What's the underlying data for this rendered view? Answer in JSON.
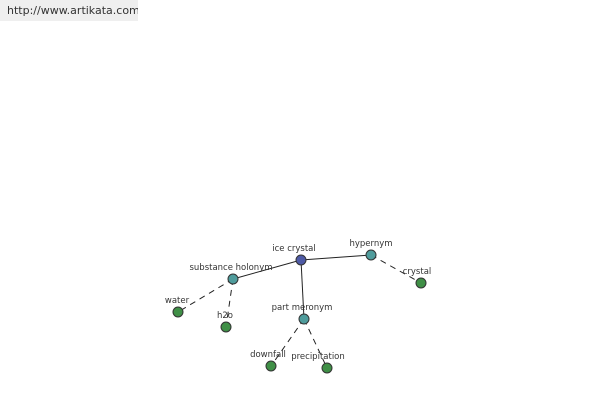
{
  "header": {
    "url": "http://www.artikata.com"
  },
  "colors": {
    "root_node": "#4e5aa6",
    "relation_node": "#4f9c9c",
    "word_node": "#3f8f46",
    "edge": "#222222"
  },
  "graph": {
    "nodes": [
      {
        "id": "ice-crystal",
        "label": "ice crystal",
        "kind": "root"
      },
      {
        "id": "hypernym",
        "label": "hypernym",
        "kind": "relation"
      },
      {
        "id": "substance-holonym",
        "label": "substance holonym",
        "kind": "relation"
      },
      {
        "id": "part-meronym",
        "label": "part meronym",
        "kind": "relation"
      },
      {
        "id": "crystal",
        "label": "crystal",
        "kind": "word"
      },
      {
        "id": "water",
        "label": "water",
        "kind": "word"
      },
      {
        "id": "h2o",
        "label": "h2o",
        "kind": "word"
      },
      {
        "id": "downfall",
        "label": "downfall",
        "kind": "word"
      },
      {
        "id": "precipitation",
        "label": "precipitation",
        "kind": "word"
      }
    ],
    "edges": [
      {
        "from": "ice-crystal",
        "to": "hypernym",
        "style": "solid"
      },
      {
        "from": "ice-crystal",
        "to": "substance-holonym",
        "style": "solid"
      },
      {
        "from": "ice-crystal",
        "to": "part-meronym",
        "style": "solid"
      },
      {
        "from": "hypernym",
        "to": "crystal",
        "style": "dashed"
      },
      {
        "from": "substance-holonym",
        "to": "water",
        "style": "dashed"
      },
      {
        "from": "substance-holonym",
        "to": "h2o",
        "style": "dashed"
      },
      {
        "from": "part-meronym",
        "to": "downfall",
        "style": "dashed"
      },
      {
        "from": "part-meronym",
        "to": "precipitation",
        "style": "dashed"
      }
    ]
  }
}
